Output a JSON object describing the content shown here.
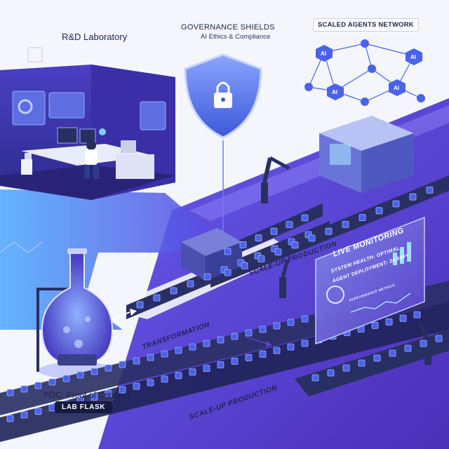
{
  "labels": {
    "rd_lab": "R&D Laboratory",
    "gov_title": "GOVERNANCE SHIELDS",
    "gov_sub": "AI Ethics & Compliance",
    "network": "SCALED AGENTS NETWORK",
    "poc": "POC: Proof of Concept",
    "flask_badge": "LAB FLASK",
    "transformation": "TRANSFORMATION",
    "scale_up_1": "SCALE-UP PRODUCTION",
    "scale_up_2": "SCALE-UP PRODUCTION"
  },
  "monitor": {
    "title": "LIVE MONITORING",
    "health": "SYSTEM HEALTH: OPTIMAL",
    "deployment": "AGENT DEPLOYMENT: 24,500+",
    "perf": "PERFORMANCE METRICS"
  },
  "network_nodes": [
    "AI",
    "AI",
    "AI",
    "AI"
  ],
  "colors": {
    "primary": "#5b3fd6",
    "accent": "#6d7bff",
    "shield": "#4c6bef",
    "dark": "#1e2350",
    "belt": "#2a2f63",
    "cube": "#4a62e8"
  }
}
